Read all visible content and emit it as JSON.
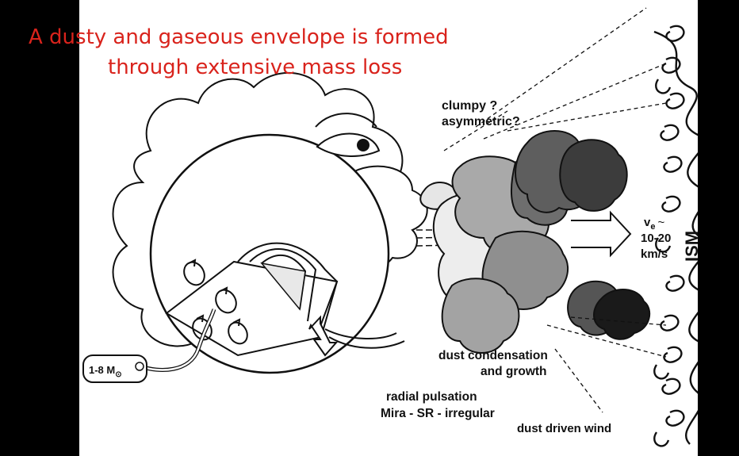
{
  "title": {
    "line1": "A dusty and gaseous envelope is formed",
    "line2": "through extensive mass loss"
  },
  "labels": {
    "clumpy": "clumpy ?",
    "asymmetric": "asymmetric?",
    "velocity_symbol": "v",
    "velocity_sub": "e",
    "velocity_tilde": "~",
    "velocity_range": "10-20",
    "velocity_unit": "km/s",
    "ism": "ISM",
    "dust_condensation": "dust condensation",
    "and_growth": "and growth",
    "radial_pulsation": "radial pulsation",
    "pulsation_types": "Mira - SR - irregular",
    "dust_driven_wind": "dust driven wind",
    "mass_tag": "1-8 M",
    "mass_tag_sub": "⊙"
  },
  "colors": {
    "title": "#d9231c",
    "background": "#000000",
    "panel": "#ffffff",
    "ink": "#111111",
    "dust_light": "#d9d9d9",
    "dust_mid": "#9e9e9e",
    "dust_dark": "#5a5a5a",
    "dust_black": "#1a1a1a"
  }
}
